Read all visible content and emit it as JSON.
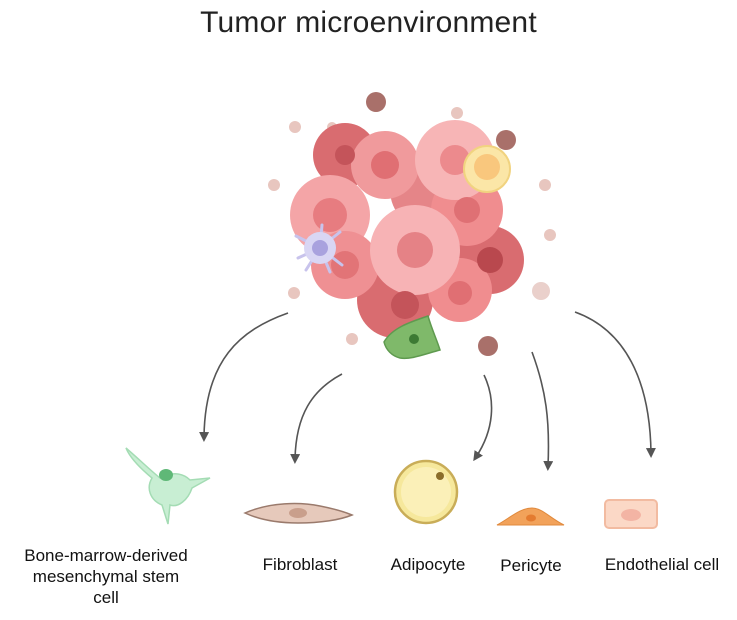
{
  "title": "Tumor microenvironment",
  "cells": [
    {
      "label": "Bone-marrow-derived\nmesenchymal stem\ncell",
      "icon": "mesenchymal-stem-cell-icon",
      "color": "#9ed9b0"
    },
    {
      "label": "Fibroblast",
      "icon": "fibroblast-icon",
      "color": "#c9a393"
    },
    {
      "label": "Adipocyte",
      "icon": "adipocyte-icon",
      "color": "#f4e48a"
    },
    {
      "label": "Pericyte",
      "icon": "pericyte-icon",
      "color": "#f2a25a"
    },
    {
      "label": "Endothelial cell",
      "icon": "endothelial-cell-icon",
      "color": "#f9cdb8"
    }
  ],
  "colors": {
    "tumor": "#f08d8f",
    "tumor_dark": "#d86b6f",
    "nucleus": "#e77c80",
    "arrow": "#555555"
  }
}
